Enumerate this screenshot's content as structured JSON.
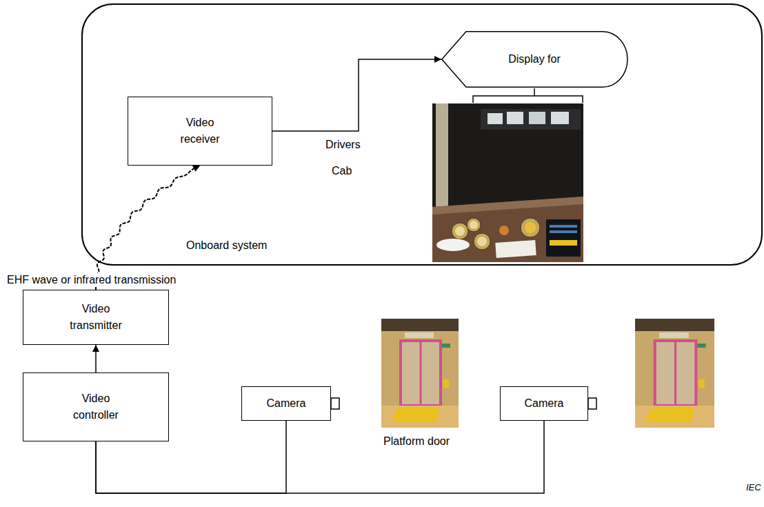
{
  "diagram": {
    "nodes": [
      {
        "text": [
          "Onboard system"
        ]
      },
      {
        "text": [
          "Video receiver"
        ],
        "in": 0
      },
      {
        "text": [
          "Display for"
        ],
        "in": 0
      },
      {
        "text": [
          "Video transmitter"
        ]
      },
      {
        "text": [
          "Video controller"
        ]
      },
      {
        "text": [
          "Camera"
        ]
      },
      {
        "text": [
          "Camera"
        ]
      }
    ],
    "edges": [
      {
        "from": 3,
        "to": 1,
        "arrow": "to"
      },
      {
        "from": 1,
        "to": 2,
        "arrow": "to"
      },
      {
        "from": 4,
        "to": 3,
        "arrow": "to"
      },
      {
        "from": 5,
        "to": 4,
        "arrow": "none"
      },
      {
        "from": 6,
        "to": 4,
        "arrow": "none"
      }
    ],
    "labels": [
      "EHF wave or infrared transmission",
      "Drivers",
      "Cab",
      "Platform door",
      "IEC"
    ]
  }
}
